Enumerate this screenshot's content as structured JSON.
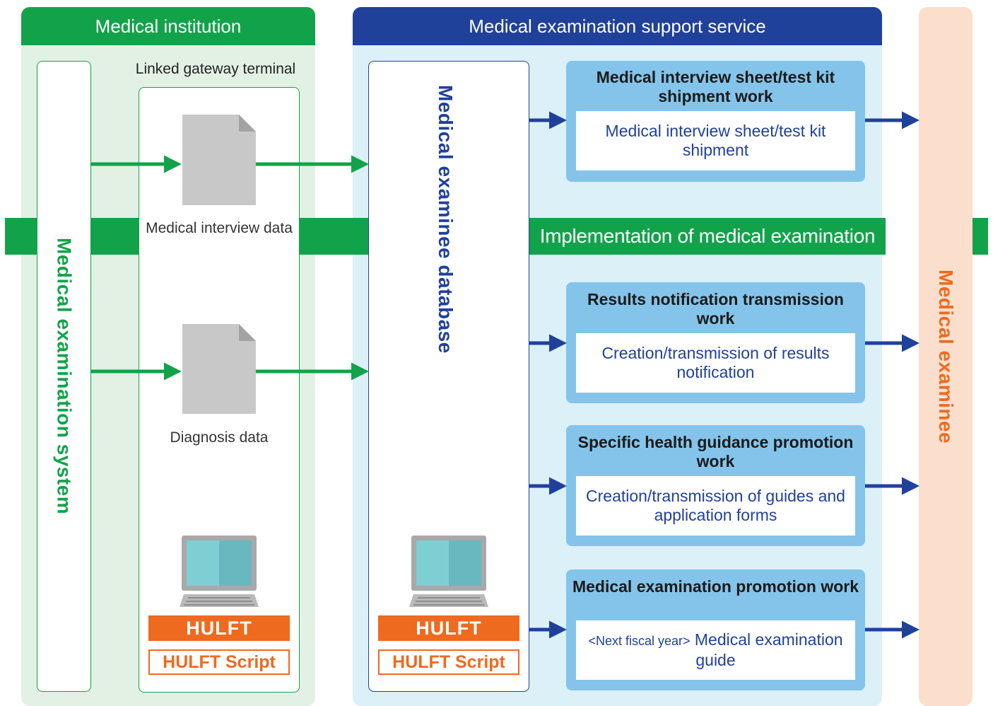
{
  "institution": {
    "header": "Medical institution",
    "system_label": "Medical examination system",
    "gateway_title": "Linked gateway terminal",
    "documents": [
      {
        "label": "Medical interview data"
      },
      {
        "label": "Diagnosis data"
      }
    ]
  },
  "service": {
    "header": "Medical examination support service",
    "database_label": "Medical examinee database",
    "band_label": "Implementation of medical examination",
    "works": [
      {
        "title": "Medical interview sheet/test kit shipment work",
        "detail": "Medical interview sheet/test kit shipment"
      },
      {
        "title": "Results notification transmission work",
        "detail": "Creation/transmission of results notification"
      },
      {
        "title": "Specific health guidance promotion work",
        "detail": "Creation/transmission of guides and application forms"
      },
      {
        "title": "Medical examination promotion work",
        "detail_prefix": "<Next fiscal year>",
        "detail": "Medical examination guide"
      }
    ]
  },
  "examinee": {
    "label": "Medical examinee"
  },
  "logos": {
    "hulft": "HULFT",
    "hulft_script": "HULFT Script"
  },
  "colors": {
    "green": "#12a34a",
    "navy": "#20419a",
    "orange": "#ee6a1f",
    "light_blue": "#84c4ea",
    "peach": "#fbdfcc"
  }
}
